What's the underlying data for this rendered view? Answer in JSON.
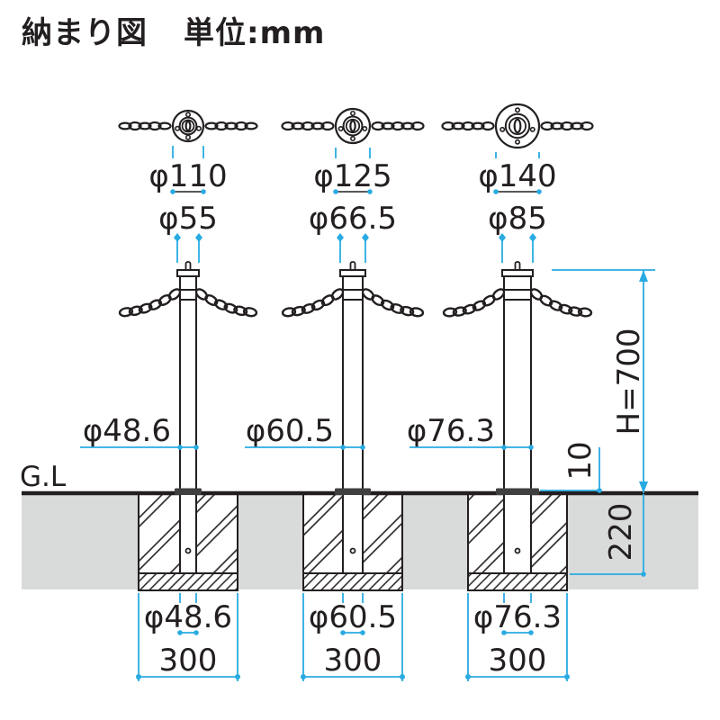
{
  "title": "納まり図",
  "units": "単位:mm",
  "ground_label": "G.L",
  "columns": [
    {
      "flange_dia": "φ110",
      "cap_dia": "φ55",
      "post_dia": "φ48.6",
      "footing_post_dia": "φ48.6",
      "footing_width": "300"
    },
    {
      "flange_dia": "φ125",
      "cap_dia": "φ66.5",
      "post_dia": "φ60.5",
      "footing_post_dia": "φ60.5",
      "footing_width": "300"
    },
    {
      "flange_dia": "φ140",
      "cap_dia": "φ85",
      "post_dia": "φ76.3",
      "footing_post_dia": "φ76.3",
      "footing_width": "300"
    }
  ],
  "side_dimensions": {
    "height": "H=700",
    "baseplate": "10",
    "embed_depth": "220"
  },
  "colors": {
    "dimension": "#29abe2",
    "line": "#231f20",
    "dark_dim": "#58595b",
    "ground_fill": "#d9dada",
    "plate_fill": "#3f3f3f"
  }
}
